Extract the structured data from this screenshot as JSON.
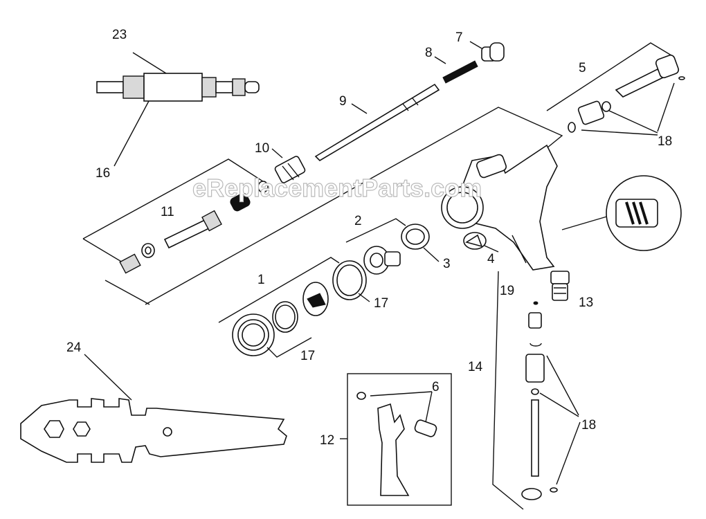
{
  "watermark": "eReplacementParts.com",
  "labels": {
    "p1": "1",
    "p2": "2",
    "p3": "3",
    "p4": "4",
    "p5": "5",
    "p6": "6",
    "p7": "7",
    "p8": "8",
    "p9": "9",
    "p10": "10",
    "p11": "11",
    "p12": "12",
    "p13": "13",
    "p14": "14",
    "p16": "16",
    "p17a": "17",
    "p17b": "17",
    "p18a": "18",
    "p18b": "18",
    "p19": "19",
    "p23": "23",
    "p24": "24"
  }
}
